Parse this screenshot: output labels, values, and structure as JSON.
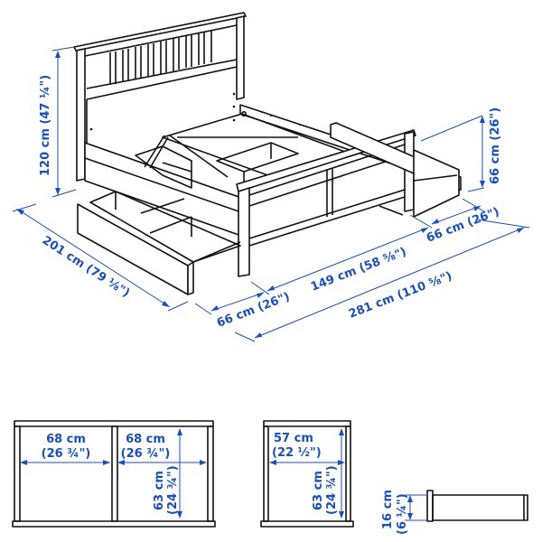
{
  "diagram": {
    "subject": "Bed frame with 4 storage drawers — dimension drawing",
    "accent_color": "#1a4fb4",
    "line_color": "#111111",
    "overall_dimensions": {
      "headboard_height": "120 cm (47 ¼\")",
      "total_length": "201 cm (79 ⅛\")",
      "drawer_height_clearance": "66 cm (26\")",
      "drawer_extension_right": "66 cm (26\")",
      "bed_width": "149 cm (58 ⅝\")",
      "drawer_extension_left": "66 cm (26\")",
      "total_width_with_drawers": "281 cm (110 ⅝\")"
    },
    "drawer_views": [
      {
        "name": "large drawer top view",
        "compartment_1_width_cm": "68 cm",
        "compartment_1_width_in": "(26 ¾\")",
        "compartment_2_width_cm": "68 cm",
        "compartment_2_width_in": "(26 ¾\")",
        "depth_cm": "63 cm",
        "depth_in": "(24 ¾\")"
      },
      {
        "name": "small drawer top view",
        "width_cm": "57 cm",
        "width_in": "(22 ½\")",
        "depth_cm": "63 cm",
        "depth_in": "(24 ¾\")"
      },
      {
        "name": "drawer side view",
        "height_cm": "16 cm",
        "height_in": "(6 ¼\")"
      }
    ]
  }
}
